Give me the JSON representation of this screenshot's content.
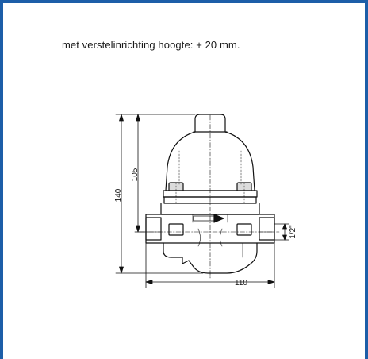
{
  "caption": "met verstelinrichting hoogte: + 20 mm.",
  "dimensions": {
    "overall_height": "140",
    "body_height": "105",
    "length": "110",
    "connection": "1/2\""
  },
  "colors": {
    "frame_border": "#1d5ea8",
    "ink": "#111111"
  }
}
